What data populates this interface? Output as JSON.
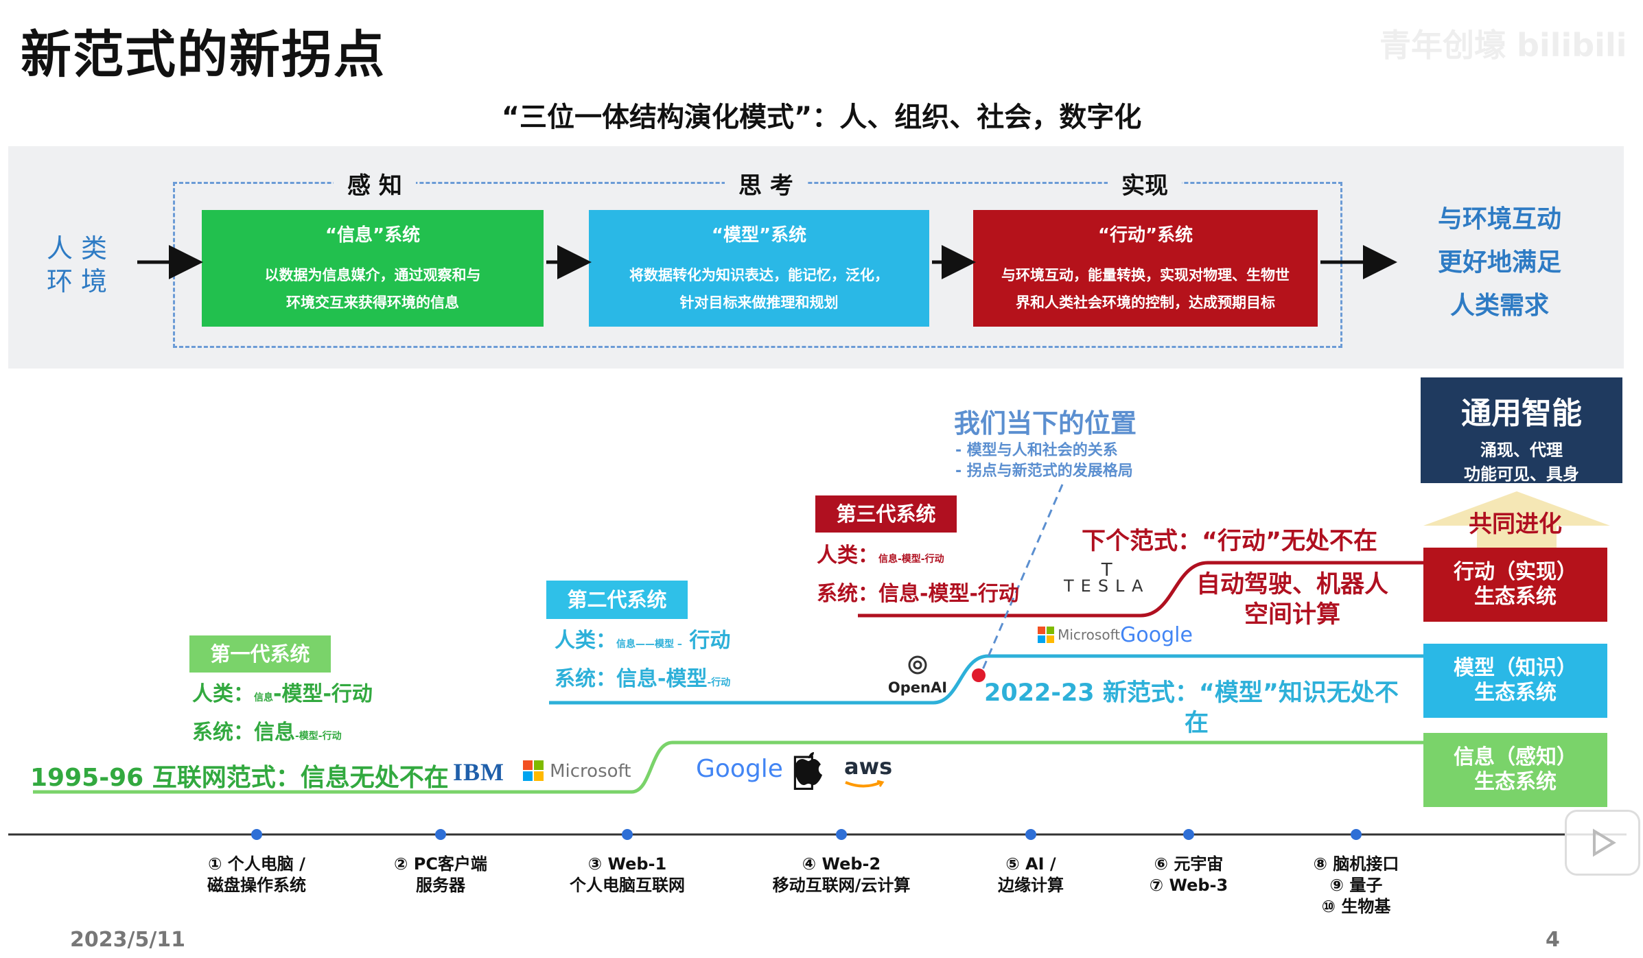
{
  "title": "新范式的新拐点",
  "subtitle": "“三位一体结构演化模式”：人、组织、社会，数字化",
  "watermark": "青年创壕 bilibili",
  "top_diagram": {
    "phases": [
      "感 知",
      "思 考",
      "实现"
    ],
    "left_label_line1": "人 类",
    "left_label_line2": "环 境",
    "boxes": [
      {
        "title": "“信息”系统",
        "desc1": "以数据为信息媒介，通过观察和与",
        "desc2": "环境交互来获得环境的信息",
        "color": "#22c04e"
      },
      {
        "title": "“模型”系统",
        "desc1": "将数据转化为知识表达，能记忆，泛化，",
        "desc2": "针对目标来做推理和规划",
        "color": "#2ab8e6"
      },
      {
        "title": "“行动”系统",
        "desc1": "与环境互动，能量转换，实现对物理、生物世",
        "desc2": "界和人类社会环境的控制，达成预期目标",
        "color": "#b5121b"
      }
    ],
    "goal": [
      "与环境互动",
      "更好地满足",
      "人类需求"
    ]
  },
  "generations": {
    "gen1": {
      "tag": "第一代系统",
      "human_prefix": "人类：",
      "human_small": "信息",
      "human_main": "-模型-行动",
      "system_prefix": "系统：",
      "system_main": "信息",
      "system_small": "-模型-行动"
    },
    "gen2": {
      "tag": "第二代系统",
      "human_prefix": "人类：",
      "human_small": "信息——模型 –",
      "human_main": " 行动",
      "system_prefix": "系统：",
      "system_main": "信息-模型",
      "system_small": "-行动"
    },
    "gen3": {
      "tag": "第三代系统",
      "human_prefix": "人类：",
      "human_small": "信息-模型-行动",
      "system_prefix": "系统：",
      "system_main": "信息-模型-行动"
    }
  },
  "position": {
    "title": "我们当下的位置",
    "sub1": "- 模型与人和社会的关系",
    "sub2": "- 拐点与新范式的发展格局"
  },
  "paradigms": {
    "p1995": "1995-96 互联网范式：信息无处不在",
    "p2022_line1": "2022-23 新范式：“模型”知识无处不",
    "p2022_line2": "在",
    "next": "下个范式：“行动”无处不在",
    "next_items_line1": "自动驾驶、机器人",
    "next_items_line2": "空间计算"
  },
  "logos": {
    "ibm": "IBM",
    "microsoft": "Microsoft",
    "google": "Google",
    "aws": "aws",
    "openai": "OpenAI",
    "tesla": "TESLA",
    "ms_google_ms": "Microsoft",
    "ms_google_g": "Google"
  },
  "right_column": {
    "agi_title": "通用智能",
    "agi_sub1": "涌现、代理",
    "agi_sub2": "功能可见、具身",
    "coevolve": "共同进化",
    "action": [
      "行动（实现）",
      "生态系统"
    ],
    "model": [
      "模型（知识）",
      "生态系统"
    ],
    "info": [
      "信息（感知）",
      "生态系统"
    ]
  },
  "timeline": [
    {
      "l1": "① 个人电脑 /",
      "l2": "磁盘操作系统"
    },
    {
      "l1": "② PC客户端",
      "l2": "服务器"
    },
    {
      "l1": "③ Web-1",
      "l2": "个人电脑互联网"
    },
    {
      "l1": "④ Web-2",
      "l2": "移动互联网/云计算"
    },
    {
      "l1": "⑤ AI /",
      "l2": "边缘计算"
    },
    {
      "l1": "⑥ 元宇宙",
      "l2": "⑦ Web-3"
    },
    {
      "l1": "⑧ 脑机接口",
      "l2": "⑨ 量子",
      "l3": "⑩ 生物基"
    }
  ],
  "footer": {
    "date": "2023/5/11",
    "page": "4"
  },
  "colors": {
    "green": "#32a93f",
    "cyan": "#2db0d9",
    "red": "#b01020",
    "navy": "#1f3a5f",
    "blue_text": "#2e7bc4"
  }
}
